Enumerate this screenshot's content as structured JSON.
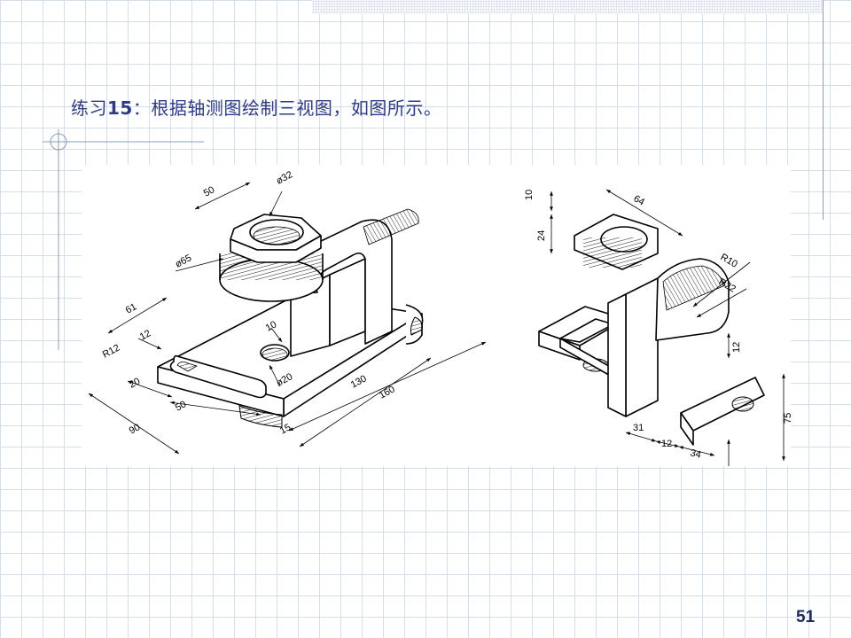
{
  "slide": {
    "title_prefix": "练习",
    "title_number": "15",
    "title_text": "：根据轴测图绘制三视图，如图所示。",
    "page_number": "51"
  },
  "drawing_left": {
    "labels": {
      "d50": "50",
      "phi32": "ø32",
      "phi65": "ø65",
      "d61": "61",
      "d12": "12",
      "r12": "R12",
      "d20": "20",
      "d50b": "50",
      "d90": "90",
      "d10": "10",
      "phi20": "ø20",
      "d130": "130",
      "d160": "160",
      "d15": "15"
    }
  },
  "drawing_right": {
    "labels": {
      "d10": "10",
      "d24": "24",
      "d64": "64",
      "r10": "R10",
      "r22": "R22",
      "d12a": "12",
      "d75": "75",
      "d31": "31",
      "d12b": "12",
      "d34": "34",
      "d12c": "12"
    }
  },
  "colors": {
    "title": "#2e3b86",
    "grid": "#d4dde8",
    "accent_line": "#8e9db5"
  }
}
